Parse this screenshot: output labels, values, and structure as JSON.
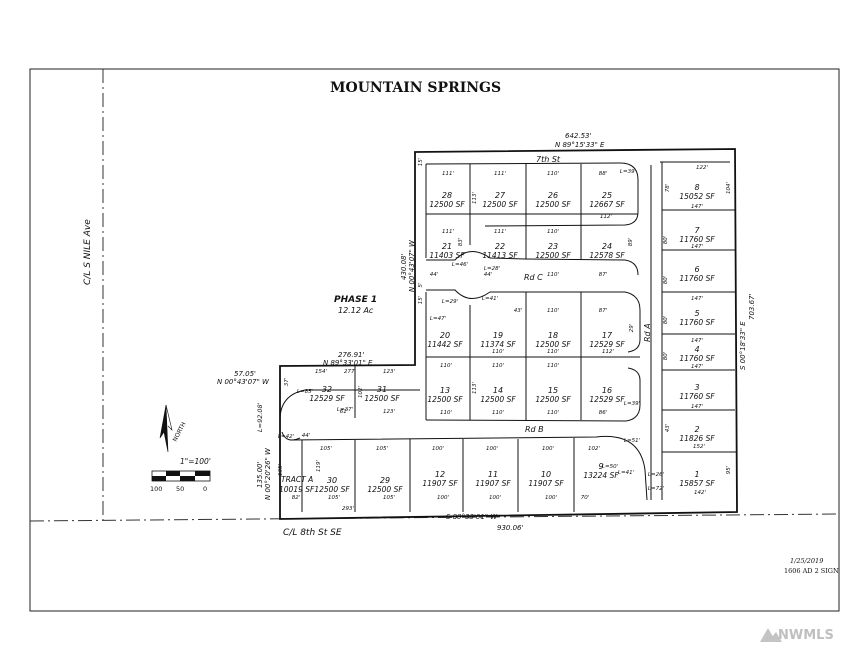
{
  "title": "MOUNTAIN SPRINGS",
  "phase": {
    "name": "PHASE 1",
    "area": "12.12 Ac"
  },
  "streets": {
    "nile": "C/L S NILE Ave",
    "eighth": "C/L 8th St SE",
    "seventh": "7th St",
    "rdA": "Rd A",
    "rdB": "Rd B",
    "rdC": "Rd C"
  },
  "bearings": {
    "top": {
      "len": "642.53'",
      "dir": "N 89°15'33\" E"
    },
    "east": {
      "dir": "S 00°18'33\" E",
      "len": "703.67'"
    },
    "bottom": {
      "dir": "S 89°33'01\" W",
      "len": "930.06'"
    },
    "westUpper": {
      "len": "430.08'",
      "dir": "N 00°43'07\" W"
    },
    "midStep": {
      "len": "276.91'",
      "dir": "N 89°33'01\" E"
    },
    "leftStep": {
      "len": "57.05'",
      "dir": "N 00°43'07\" W"
    },
    "westLower": {
      "len": "135.00'",
      "dir": "N 00°20'26\" W"
    }
  },
  "lots": [
    {
      "n": "28",
      "sf": "12500 SF"
    },
    {
      "n": "27",
      "sf": "12500 SF"
    },
    {
      "n": "26",
      "sf": "12500 SF"
    },
    {
      "n": "25",
      "sf": "12667 SF"
    },
    {
      "n": "21",
      "sf": "11403 SF"
    },
    {
      "n": "22",
      "sf": "11413 SF"
    },
    {
      "n": "23",
      "sf": "12500 SF"
    },
    {
      "n": "24",
      "sf": "12578 SF"
    },
    {
      "n": "20",
      "sf": "11442 SF"
    },
    {
      "n": "19",
      "sf": "11374 SF"
    },
    {
      "n": "18",
      "sf": "12500 SF"
    },
    {
      "n": "17",
      "sf": "12529 SF"
    },
    {
      "n": "13",
      "sf": "12500 SF"
    },
    {
      "n": "14",
      "sf": "12500 SF"
    },
    {
      "n": "15",
      "sf": "12500 SF"
    },
    {
      "n": "16",
      "sf": "12529 SF"
    },
    {
      "n": "32",
      "sf": "12529 SF"
    },
    {
      "n": "31",
      "sf": "12500 SF"
    },
    {
      "n": "30",
      "sf": "12500 SF"
    },
    {
      "n": "29",
      "sf": "12500 SF"
    },
    {
      "n": "12",
      "sf": "11907 SF"
    },
    {
      "n": "11",
      "sf": "11907 SF"
    },
    {
      "n": "10",
      "sf": "11907 SF"
    },
    {
      "n": "9",
      "sf": "13224 SF"
    },
    {
      "n": "8",
      "sf": "15052 SF"
    },
    {
      "n": "7",
      "sf": "11760 SF"
    },
    {
      "n": "6",
      "sf": "11760 SF"
    },
    {
      "n": "5",
      "sf": "11760 SF"
    },
    {
      "n": "4",
      "sf": "11760 SF"
    },
    {
      "n": "3",
      "sf": "11760 SF"
    },
    {
      "n": "2",
      "sf": "11826 SF"
    },
    {
      "n": "1",
      "sf": "15857 SF"
    }
  ],
  "tract": {
    "name": "TRACT A",
    "sf": "10019 SF"
  },
  "dims": {
    "topRow": [
      "111'",
      "111'",
      "110'",
      "88'"
    ],
    "row2Top": [
      "111'",
      "111'",
      "110'"
    ],
    "row2Bot": [
      "44'",
      "44'",
      "110'",
      "87'"
    ],
    "row3Top": [
      "43'",
      "110'",
      "87'"
    ],
    "row3Bot": [
      "110'",
      "110'",
      "112'"
    ],
    "row4Top": [
      "110'",
      "110'",
      "110'"
    ],
    "row4Bot": [
      "110'",
      "110'",
      "110'",
      "86'"
    ],
    "lot25mid": "112'",
    "row5Top": [
      "105'",
      "105'",
      "100'",
      "100'",
      "100'",
      "102'"
    ],
    "row5Bot": [
      "82'",
      "105'",
      "105'",
      "100'",
      "100'",
      "100'",
      "70'"
    ],
    "rightCol": [
      "122'",
      "147'",
      "147'",
      "147'",
      "147'",
      "147'",
      "147'",
      "152'",
      "142'"
    ],
    "leftTop": [
      "154'",
      "277'",
      "123'"
    ],
    "leftBot": [
      "61'",
      "123'"
    ],
    "sides": [
      "113'",
      "83'",
      "89'",
      "80'",
      "80'",
      "80'",
      "80'",
      "95'",
      "78'",
      "104'",
      "119'",
      "135'",
      "102'",
      "113'",
      "15'",
      "5'",
      "15'",
      "37'",
      "29'",
      "43'"
    ],
    "arcs": [
      "L=39'",
      "L=46'",
      "L=28'",
      "L=29'",
      "L=47'",
      "L=41'",
      "L=39'",
      "L=85'",
      "L=37'",
      "L=42'",
      "L=51'",
      "L=50'",
      "L=41'",
      "L=26'",
      "L=72'"
    ],
    "frontage": "293'",
    "leftArc": "L=92.08'",
    "seg44": "44'"
  },
  "north": "NORTH",
  "scale": {
    "ratio": "1\"=100'",
    "ticks": [
      "100",
      "50",
      "0"
    ]
  },
  "footer": {
    "date": "1/25/2019",
    "code": "1606 AD 2 SIGN"
  },
  "watermark": "NWMLS"
}
